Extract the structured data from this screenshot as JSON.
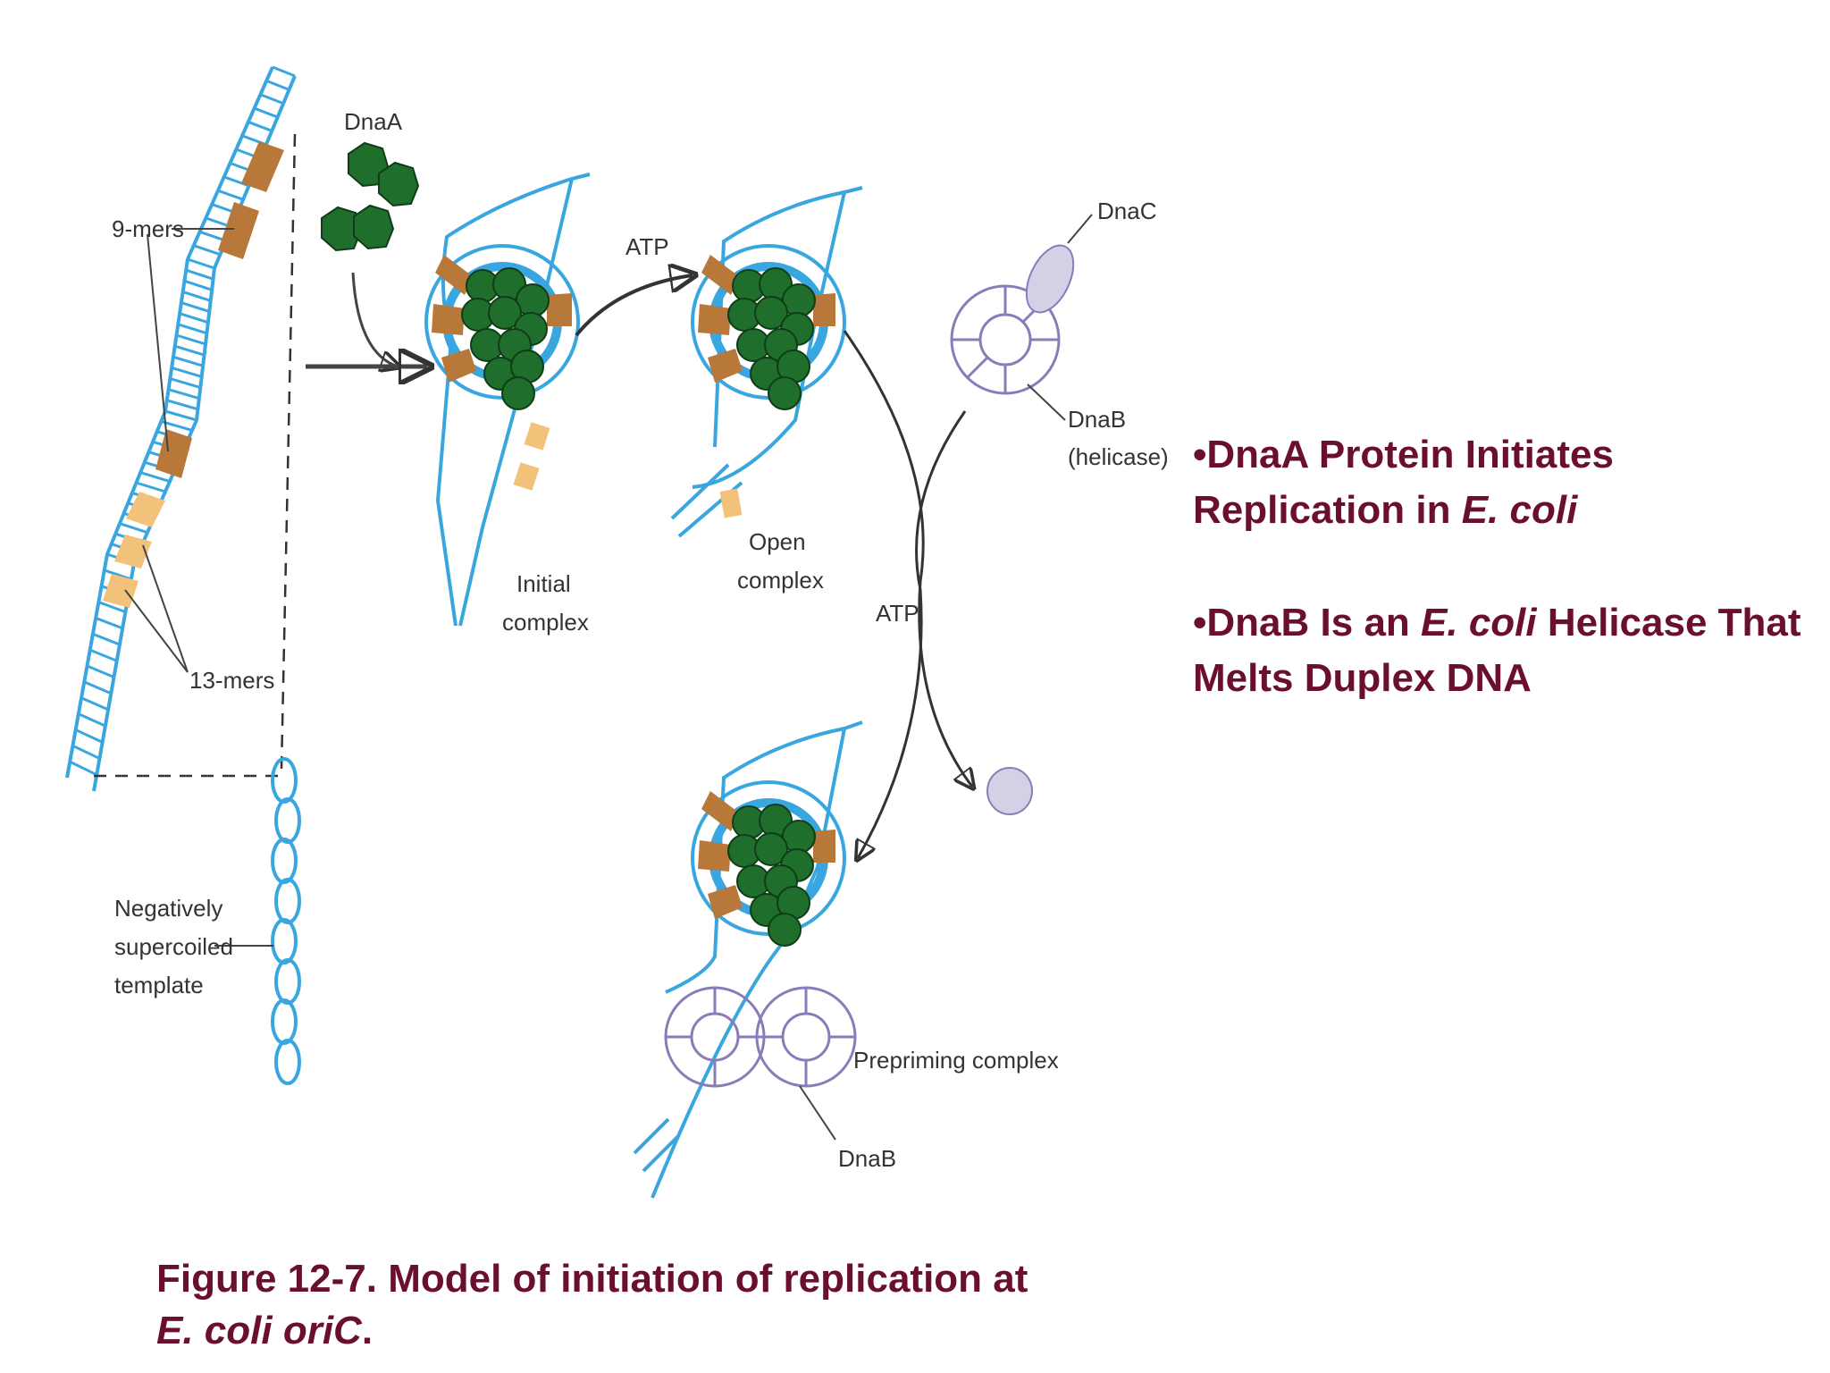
{
  "diagram": {
    "labels": {
      "dnaa": "DnaA",
      "nine_mers": "9-mers",
      "thirteen_mers": "13-mers",
      "neg_line1": "Negatively",
      "neg_line2": "supercoiled",
      "neg_line3": "template",
      "atp_top": "ATP",
      "atp_mid": "ATP",
      "initial_line1": "Initial",
      "initial_line2": "complex",
      "open_line1": "Open",
      "open_line2": "complex",
      "dnac": "DnaC",
      "dnab_line1": "DnaB",
      "dnab_line2": "(helicase)",
      "prepriming": "Prepriming complex",
      "dnab_bottom": "DnaB"
    },
    "colors": {
      "dna": "#3aa6e0",
      "nine_mer": "#b8783a",
      "thirteen_mer": "#f2c27a",
      "dnaa": "#1f6e2c",
      "dnab": "#8a7cb8",
      "dnac": "#d4d0e6"
    }
  },
  "bullets": [
    {
      "text": "•DnaA Protein Initiates Replication in ",
      "italic": "E. coli",
      "after": ""
    },
    {
      "text": "•DnaB Is an ",
      "italic": "E. coli",
      "after": " Helicase That Melts Duplex DNA"
    }
  ],
  "caption": {
    "line1": "Figure 12-7. Model of initiation of replication at",
    "line2_italic": "E. coli oriC",
    "line2_end": "."
  }
}
